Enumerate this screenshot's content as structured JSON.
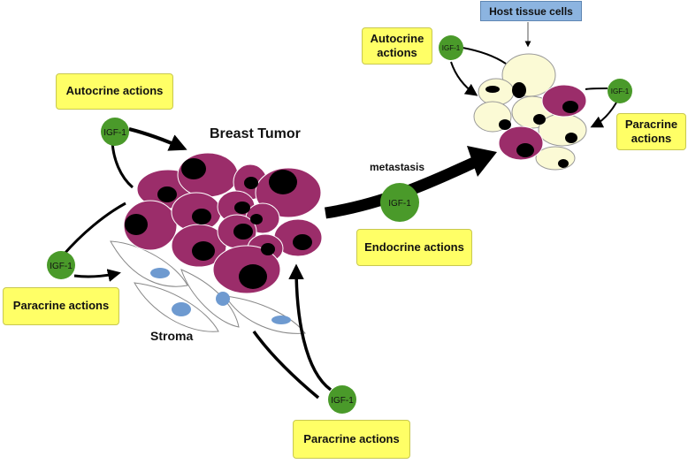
{
  "title": "Breast Tumor",
  "stroma": "Stroma",
  "metastasis": "metastasis",
  "host_tissue": "Host tissue cells",
  "labels": {
    "autocrine_left": "Autocrine actions",
    "autocrine_right": "Autocrine actions",
    "paracrine_left": "Paracrine actions",
    "paracrine_right": "Paracrine actions",
    "paracrine_bottom": "Paracrine actions",
    "endocrine": "Endocrine actions"
  },
  "igf": {
    "autocrine_left": "IGF-1",
    "paracrine_left": "IGF-1",
    "paracrine_bottom": "IGF-1",
    "endocrine": "IGF-1",
    "autocrine_right": "IGF-1",
    "paracrine_right": "IGF-1"
  },
  "colors": {
    "tumor_cell": "#9b2d6a",
    "nucleus": "#000000",
    "igf_circle": "#4a9a2a",
    "host_cell": "#fbfad5",
    "stroma_nucleus": "#6e9ad0",
    "label_fill": "#ffff66",
    "host_label_fill": "#8cb4e0"
  }
}
